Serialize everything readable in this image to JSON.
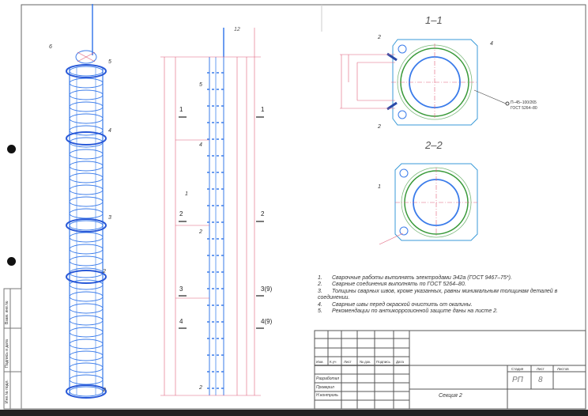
{
  "sections": {
    "s1": "1–1",
    "s2": "2–2"
  },
  "section_marks": {
    "m1": "1",
    "m2": "2",
    "m3": "3",
    "m4": "4",
    "m3r": "3(9)",
    "m4r": "4(9)"
  },
  "callout": {
    "line1": "П–45–100/265",
    "line2": "ГОСТ 5264–80"
  },
  "notes": [
    {
      "n": "1.",
      "text": "Сварочные работы выполнять электродами Э42а (ГОСТ 9467–75*)."
    },
    {
      "n": "2.",
      "text": "Сварные соединения выполнять по ГОСТ 5264–80."
    },
    {
      "n": "3.",
      "text": "Толщины сварных швов, кроме указанных, равны минимальным толщинам деталей в соединении."
    },
    {
      "n": "4.",
      "text": "Сварные швы перед окраской очистить от окалины."
    },
    {
      "n": "5.",
      "text": "Рекомендации по антикоррозионной защите даны на листе 2."
    }
  ],
  "title_block": {
    "headers": [
      "Изм.",
      "К.уч",
      "Лист",
      "№ док.",
      "Подпись",
      "Дата"
    ],
    "roles": [
      "Разработал",
      "Проверил",
      "Н.контроль"
    ],
    "stage_label": "Стадия",
    "sheet_label": "Лист",
    "sheets_label": "Листов",
    "stage": "РП",
    "sheet": "8",
    "name": "Секция 2"
  },
  "side_stamp": [
    "Инв.№ подл.",
    "Подпись и дата",
    "Взам. инв.№"
  ],
  "items": {
    "i12": "12",
    "i5": "5",
    "i4": "4",
    "i1": "1",
    "i2": "2",
    "i3": "3",
    "i6": "6"
  },
  "colors": {
    "steel": "#3a7bea",
    "dim": "#e0607a",
    "green": "#3a9a3a",
    "frame": "#555555"
  }
}
